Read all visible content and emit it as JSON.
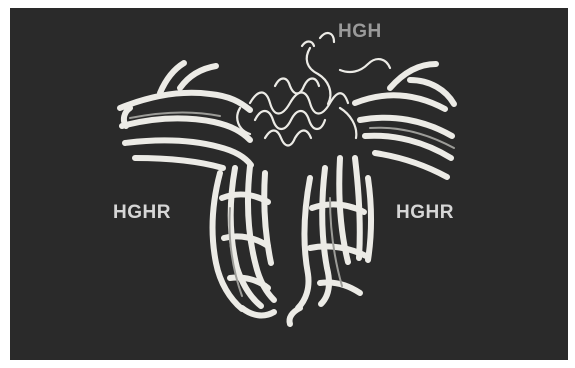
{
  "labels": {
    "hormone": "HGH",
    "receptor_left": "HGHR",
    "receptor_right": "HGHR"
  },
  "colors": {
    "background": "#2a2a2a",
    "ribbon": "#ecebe6",
    "ribbon_shade": "#9c9c98",
    "hormone_label": "#9a9a9a",
    "receptor_label": "#d6d6d6"
  }
}
